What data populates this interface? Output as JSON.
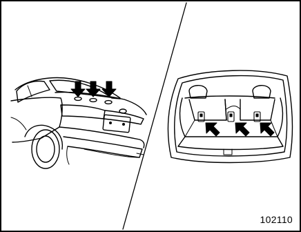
{
  "figure": {
    "id": "102110",
    "panels": [
      {
        "name": "sedan-rear-shelf",
        "indicators": 3
      },
      {
        "name": "cargo-area-seatbacks",
        "indicators": 3
      }
    ]
  },
  "colors": {
    "line": "#000000",
    "background": "#ffffff"
  },
  "icons": [
    "down-arrow-icon",
    "diagonal-arrow-icon"
  ]
}
